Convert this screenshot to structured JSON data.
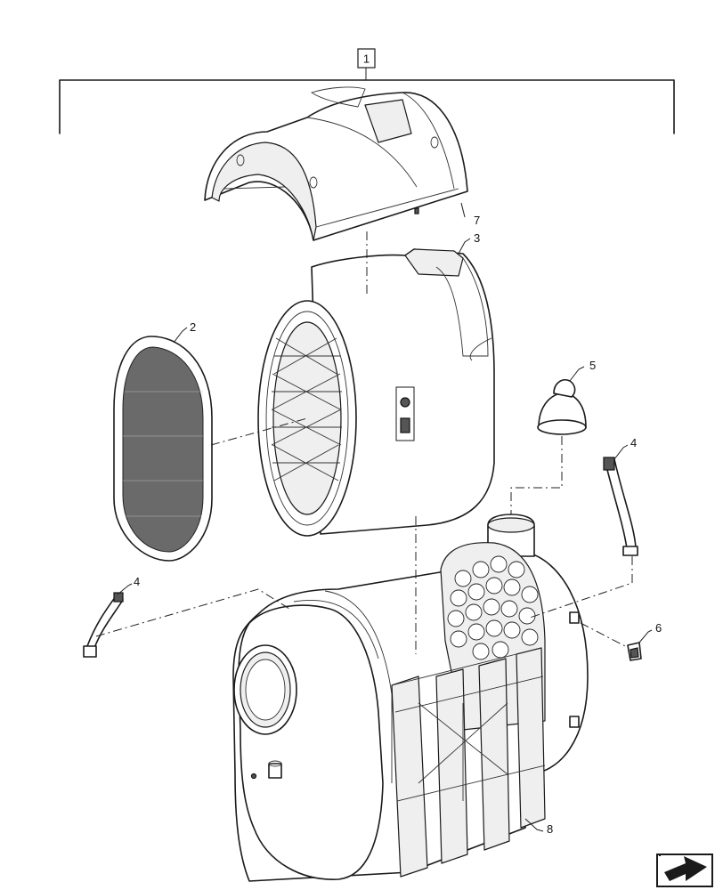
{
  "callouts": {
    "assembly": "1",
    "filter_element": "2",
    "cartridge": "3",
    "clip_left": "4",
    "clip_right": "4",
    "valve": "5",
    "clip_small": "6",
    "cover": "7",
    "housing": "8"
  },
  "icons": {
    "navigation": "arrow-box-icon"
  }
}
